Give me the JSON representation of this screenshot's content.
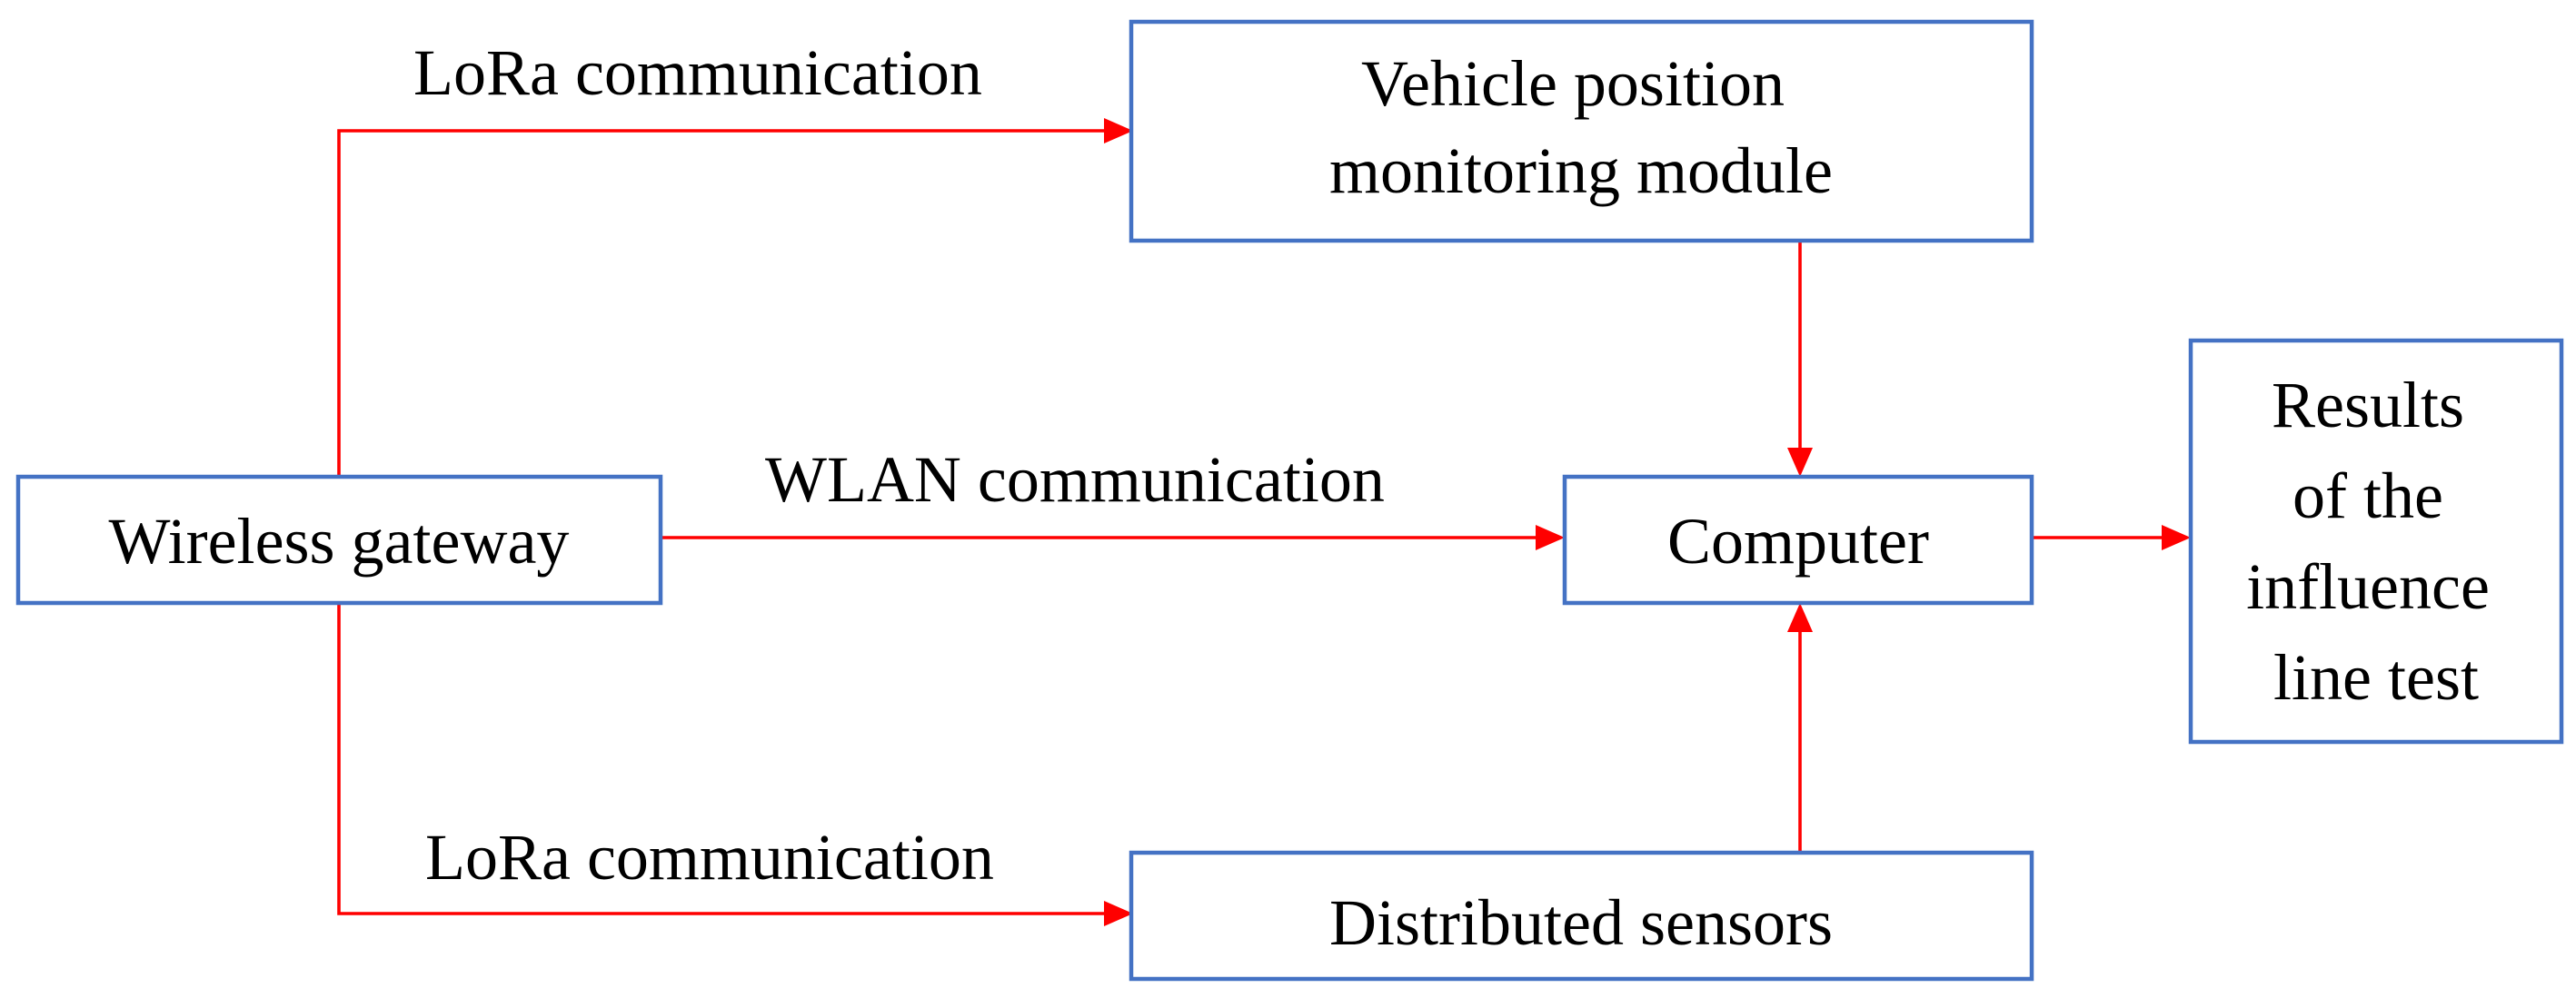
{
  "colors": {
    "box_border": "#4472C4",
    "arrow": "#FF0000",
    "text": "#000000",
    "background": "#FFFFFF"
  },
  "nodes": {
    "vehicle": {
      "lines": [
        "Vehicle position",
        "monitoring module"
      ]
    },
    "gateway": {
      "lines": [
        "Wireless gateway"
      ]
    },
    "computer": {
      "lines": [
        "Computer"
      ]
    },
    "results": {
      "lines": [
        "Results",
        "of the",
        "influence",
        "line test"
      ]
    },
    "sensors": {
      "lines": [
        "Distributed sensors"
      ]
    }
  },
  "edges": {
    "gateway_to_vehicle": {
      "label": "LoRa communication"
    },
    "gateway_to_computer": {
      "label": "WLAN communication"
    },
    "gateway_to_sensors": {
      "label": "LoRa communication"
    },
    "vehicle_to_computer": {
      "label": ""
    },
    "sensors_to_computer": {
      "label": ""
    },
    "computer_to_results": {
      "label": ""
    }
  }
}
